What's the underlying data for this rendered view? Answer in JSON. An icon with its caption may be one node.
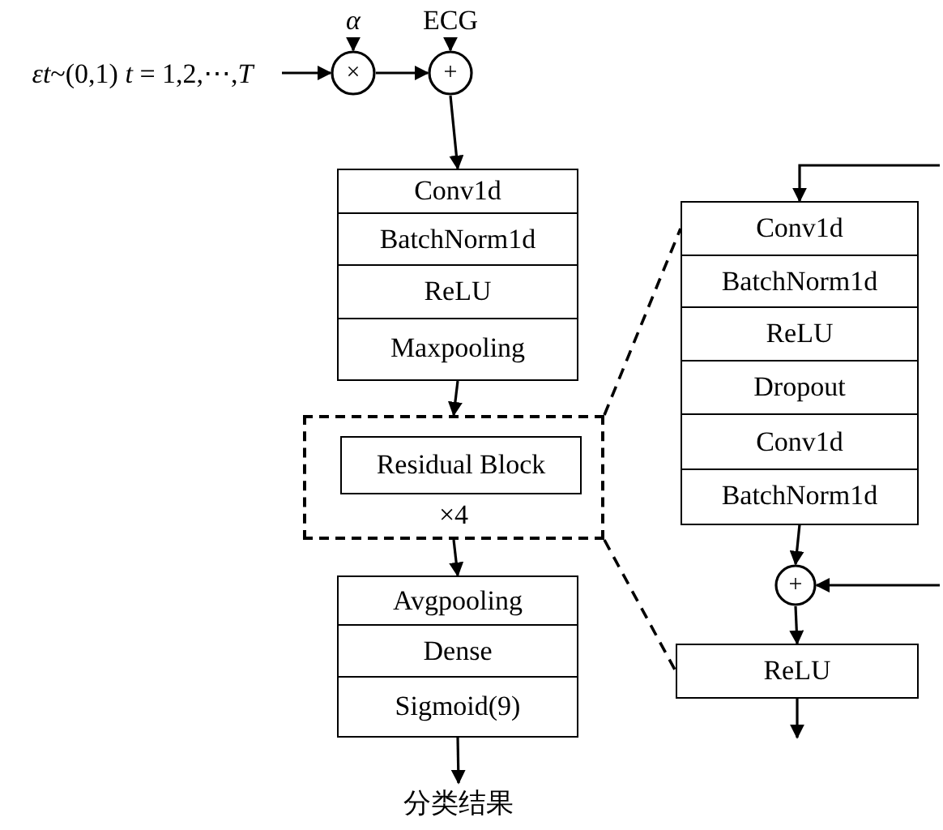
{
  "diagram": {
    "nodes": [
      {
        "text": [
          "α"
        ]
      },
      {
        "text": [
          "ECG"
        ]
      },
      {
        "text": [
          "*εt*~(0,1) *t* = 1,2,⋯,*T*"
        ]
      },
      {
        "text": [
          "×"
        ]
      },
      {
        "text": [
          "+"
        ]
      },
      {
        "text": [
          "Conv1d"
        ]
      },
      {
        "text": [
          "BatchNorm1d"
        ]
      },
      {
        "text": [
          "ReLU"
        ]
      },
      {
        "text": [
          "Maxpooling"
        ]
      },
      {
        "text": [
          "×4"
        ]
      },
      {
        "text": [
          "Residual Block"
        ],
        "in": 9
      },
      {
        "text": [
          "Avgpooling"
        ]
      },
      {
        "text": [
          "Dense"
        ]
      },
      {
        "text": [
          "Sigmoid(9)"
        ]
      },
      {
        "text": [
          "分类结果"
        ]
      },
      {
        "text": [
          "Conv1d"
        ]
      },
      {
        "text": [
          "BatchNorm1d"
        ]
      },
      {
        "text": [
          "ReLU"
        ]
      },
      {
        "text": [
          "Dropout"
        ]
      },
      {
        "text": [
          "Conv1d"
        ]
      },
      {
        "text": [
          "BatchNorm1d"
        ]
      },
      {
        "text": [
          "+"
        ]
      },
      {
        "text": [
          "ReLU"
        ]
      }
    ],
    "edges": [
      {
        "from": 0,
        "to": 3,
        "arrow": "to"
      },
      {
        "from": 1,
        "to": 4,
        "arrow": "to"
      },
      {
        "from": 2,
        "to": 3,
        "arrow": "to"
      },
      {
        "from": 3,
        "to": 4,
        "arrow": "to"
      },
      {
        "from": 4,
        "to": 5,
        "arrow": "to"
      },
      {
        "from": 8,
        "to": 9,
        "arrow": "to"
      },
      {
        "from": 9,
        "to": 11,
        "arrow": "to"
      },
      {
        "from": 13,
        "to": 14,
        "arrow": "to"
      },
      {
        "from": null,
        "to": 15,
        "arrow": "to"
      },
      {
        "from": 20,
        "to": 21,
        "arrow": "to"
      },
      {
        "from": null,
        "to": 21,
        "arrow": "to"
      },
      {
        "from": 21,
        "to": 22,
        "arrow": "to"
      },
      {
        "from": 22,
        "to": null,
        "arrow": "to"
      },
      {
        "from": 9,
        "to": 15,
        "arrow": "none",
        "style": "dashed"
      },
      {
        "from": 9,
        "to": 22,
        "arrow": "none",
        "style": "dashed"
      }
    ]
  }
}
